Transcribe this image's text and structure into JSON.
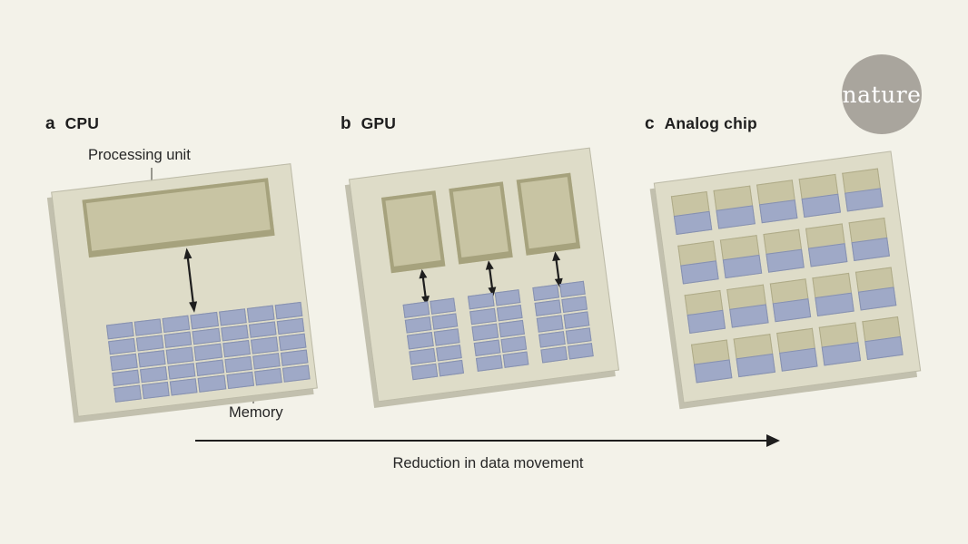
{
  "figure": {
    "panels": [
      {
        "letter": "a",
        "title": "CPU"
      },
      {
        "letter": "b",
        "title": "GPU"
      },
      {
        "letter": "c",
        "title": "Analog chip"
      }
    ],
    "annotations": {
      "processing_unit": "Processing unit",
      "memory": "Memory",
      "reduction_arrow": "Reduction in data movement"
    },
    "logo_text": "nature"
  },
  "structure": {
    "cpu_memory_grid": {
      "cols": 7,
      "rows": 5
    },
    "gpu_processing_units": 3,
    "gpu_memory_blocks": 3,
    "gpu_memory_block_grid": {
      "cols": 2,
      "rows": 5
    },
    "analog_tile_grid": {
      "cols": 5,
      "rows": 4
    }
  },
  "colors": {
    "bg": "#f3f2e9",
    "chip_base": "#dedcc8",
    "chip_edge": "#c2c0ae",
    "pu_fill": "#c8c4a3",
    "pu_border": "#a6a27d",
    "mem_fill": "#9fa9c7",
    "mem_border": "#8791af",
    "ink": "#1e1e1e",
    "logo_bg": "#a9a59d",
    "logo_text": "#ffffff"
  }
}
